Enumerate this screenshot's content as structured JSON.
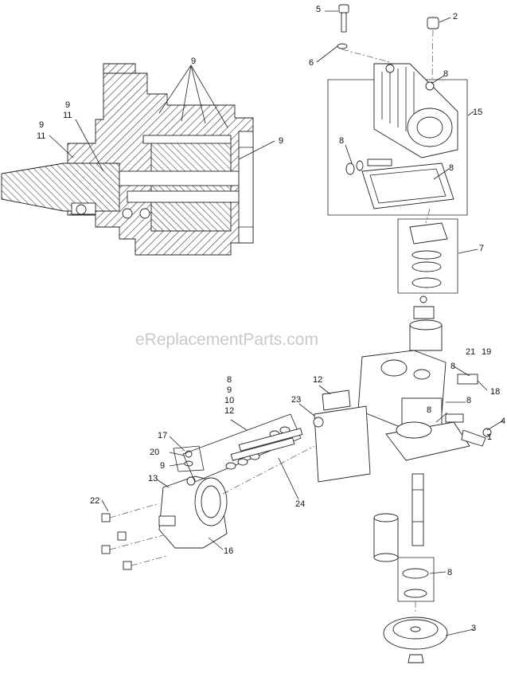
{
  "watermark": "eReplacementParts.com",
  "callouts": [
    {
      "id": "c5",
      "text": "5"
    },
    {
      "id": "c2",
      "text": "2"
    },
    {
      "id": "c6",
      "text": "6"
    },
    {
      "id": "c8a",
      "text": "8"
    },
    {
      "id": "c15",
      "text": "15"
    },
    {
      "id": "c8b",
      "text": "8"
    },
    {
      "id": "c8c",
      "text": "8"
    },
    {
      "id": "c7",
      "text": "7"
    },
    {
      "id": "c9a",
      "text": "9"
    },
    {
      "id": "c9b",
      "text": "9"
    },
    {
      "id": "c11a",
      "text": "11"
    },
    {
      "id": "c9c",
      "text": "9"
    },
    {
      "id": "c11b",
      "text": "11"
    },
    {
      "id": "c9d",
      "text": "9"
    },
    {
      "id": "c21",
      "text": "21"
    },
    {
      "id": "c19",
      "text": "19"
    },
    {
      "id": "c8d",
      "text": "8"
    },
    {
      "id": "c18",
      "text": "18"
    },
    {
      "id": "c8e",
      "text": "8"
    },
    {
      "id": "c8f",
      "text": "8"
    },
    {
      "id": "c4",
      "text": "4"
    },
    {
      "id": "c1",
      "text": "1"
    },
    {
      "id": "c12a",
      "text": "12"
    },
    {
      "id": "c23",
      "text": "23"
    },
    {
      "id": "c8g",
      "text": "8"
    },
    {
      "id": "c9e",
      "text": "9"
    },
    {
      "id": "c10",
      "text": "10"
    },
    {
      "id": "c12b",
      "text": "12"
    },
    {
      "id": "c17",
      "text": "17"
    },
    {
      "id": "c20",
      "text": "20"
    },
    {
      "id": "c9f",
      "text": "9"
    },
    {
      "id": "c13",
      "text": "13"
    },
    {
      "id": "c22",
      "text": "22"
    },
    {
      "id": "c24",
      "text": "24"
    },
    {
      "id": "c16",
      "text": "16"
    },
    {
      "id": "c8h",
      "text": "8"
    },
    {
      "id": "c3",
      "text": "3"
    }
  ]
}
